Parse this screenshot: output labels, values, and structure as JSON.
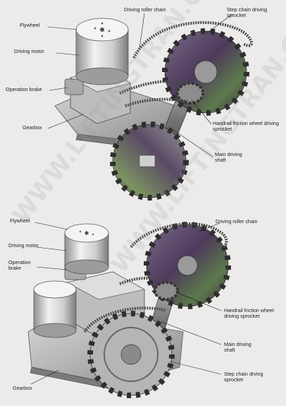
{
  "watermark": "WWW.LIFTINGTRAN.COM",
  "top_diagram": {
    "labels": {
      "flywheel": "Flywheel",
      "driving_motor": "Driving motor",
      "operation_brake": "Operation brake",
      "gearbox": "Gearbox",
      "driving_roller_chain": "Driving roller chain",
      "step_chain_sprocket": "Step chain driving sprocket",
      "handrail_sprocket": "Handrail friction wheel driving sprocket",
      "main_shaft": "Main driving shaft"
    }
  },
  "bottom_diagram": {
    "labels": {
      "flywheel": "Flywheel",
      "driving_motor": "Driving motor",
      "operation_brake": "Operation brake",
      "gearbox": "Gearbox",
      "driving_roller_chain": "Driving roller chain",
      "handrail_sprocket": "Handrail friction wheel driving sprocket",
      "main_shaft": "Main driving shaft",
      "step_chain_sprocket": "Step chain drving sprocket"
    }
  },
  "colors": {
    "background": "#ecebea",
    "metal_light": "#e6e6e6",
    "metal_mid": "#b9b9b9",
    "metal_dark": "#6e6e6e",
    "sprocket_purple": "#5c4468",
    "sprocket_green": "#6e8a5a",
    "leader_line": "#1b1b1b"
  }
}
